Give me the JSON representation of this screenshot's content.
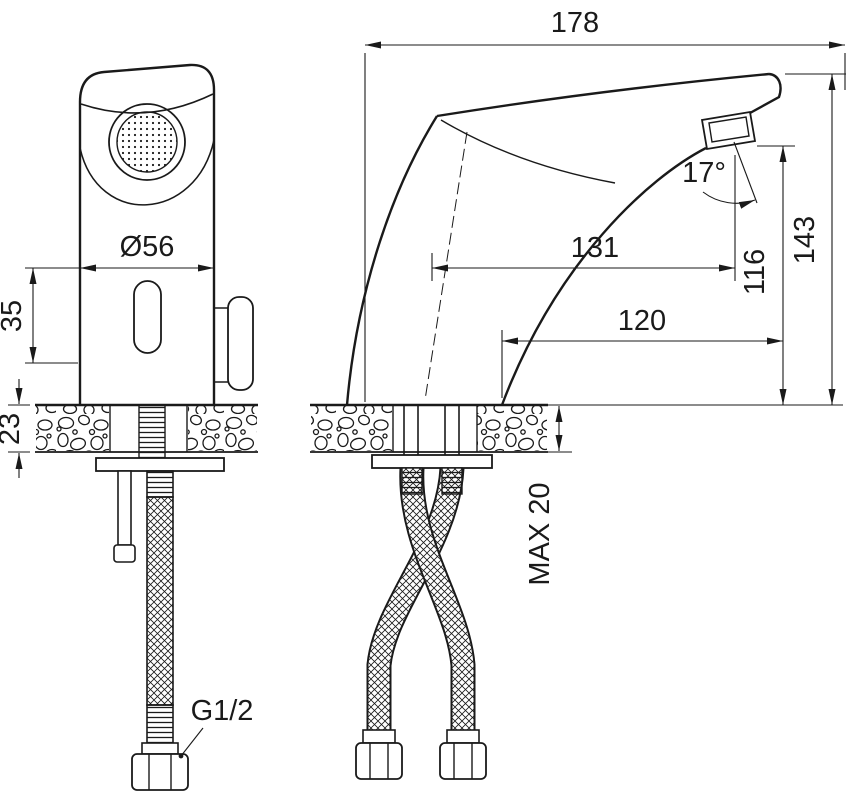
{
  "colors": {
    "background": "#ffffff",
    "line": "#1a1a1a"
  },
  "front_view": {
    "aerator_diameter": "Ø56",
    "sensor_offset": "35",
    "deck_thickness": "23",
    "hose_thread": "G1/2"
  },
  "side_view": {
    "overall_depth": "178",
    "spout_angle": "17°",
    "upper_reach": "131",
    "lower_reach": "120",
    "outlet_height": "116",
    "overall_height": "143",
    "max_deck_thickness": "MAX 20"
  }
}
